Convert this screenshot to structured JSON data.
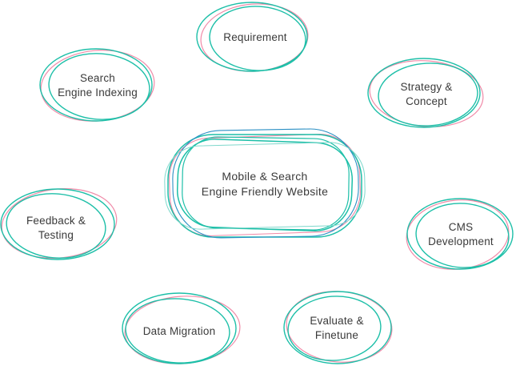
{
  "colors": {
    "primary_ring": "#1dbfa8",
    "secondary_ring": "#f08aa8",
    "accent_ring": "#2a8fc4",
    "label_text": "#3a3a3a"
  },
  "center": {
    "label": "Mobile & Search\nEngine Friendly Website"
  },
  "nodes": [
    {
      "id": "requirement",
      "label": "Requirement"
    },
    {
      "id": "strategy",
      "label": "Strategy &\nConcept"
    },
    {
      "id": "cms",
      "label": "CMS\nDevelopment"
    },
    {
      "id": "evaluate",
      "label": "Evaluate &\nFinetune"
    },
    {
      "id": "data-migration",
      "label": "Data Migration"
    },
    {
      "id": "feedback",
      "label": "Feedback &\nTesting"
    },
    {
      "id": "search-indexing",
      "label": "Search\nEngine Indexing"
    }
  ]
}
